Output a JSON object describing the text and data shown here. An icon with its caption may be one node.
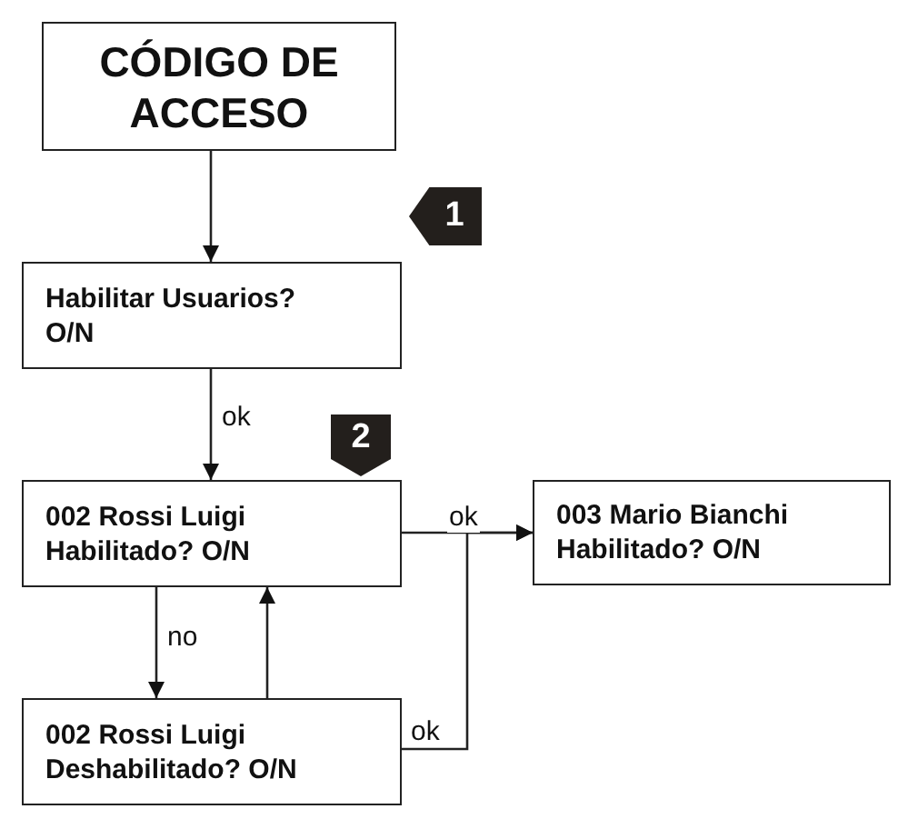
{
  "diagram": {
    "nodes": [
      {
        "text": [
          "CÓDIGO DE ACCESO"
        ]
      },
      {
        "text": [
          "Habilitar Usuarios? O/N"
        ]
      },
      {
        "text": [
          "002 Rossi Luigi Habilitado? O/N"
        ]
      },
      {
        "text": [
          "003 Mario Bianchi Habilitado? O/N"
        ]
      },
      {
        "text": [
          "002 Rossi Luigi Deshabilitado? O/N"
        ]
      }
    ],
    "edges": [
      {
        "from": 0,
        "to": 1,
        "arrow": "to"
      },
      {
        "from": 1,
        "to": 2,
        "arrow": "to",
        "label": "ok"
      },
      {
        "from": 2,
        "to": 3,
        "arrow": "to",
        "label": "ok"
      },
      {
        "from": 2,
        "to": 4,
        "arrow": "to",
        "label": "no"
      },
      {
        "from": 4,
        "to": 2,
        "arrow": "to"
      },
      {
        "from": 4,
        "to": 3,
        "arrow": "to",
        "label": "ok"
      }
    ],
    "labels": [
      "1",
      "2"
    ]
  }
}
